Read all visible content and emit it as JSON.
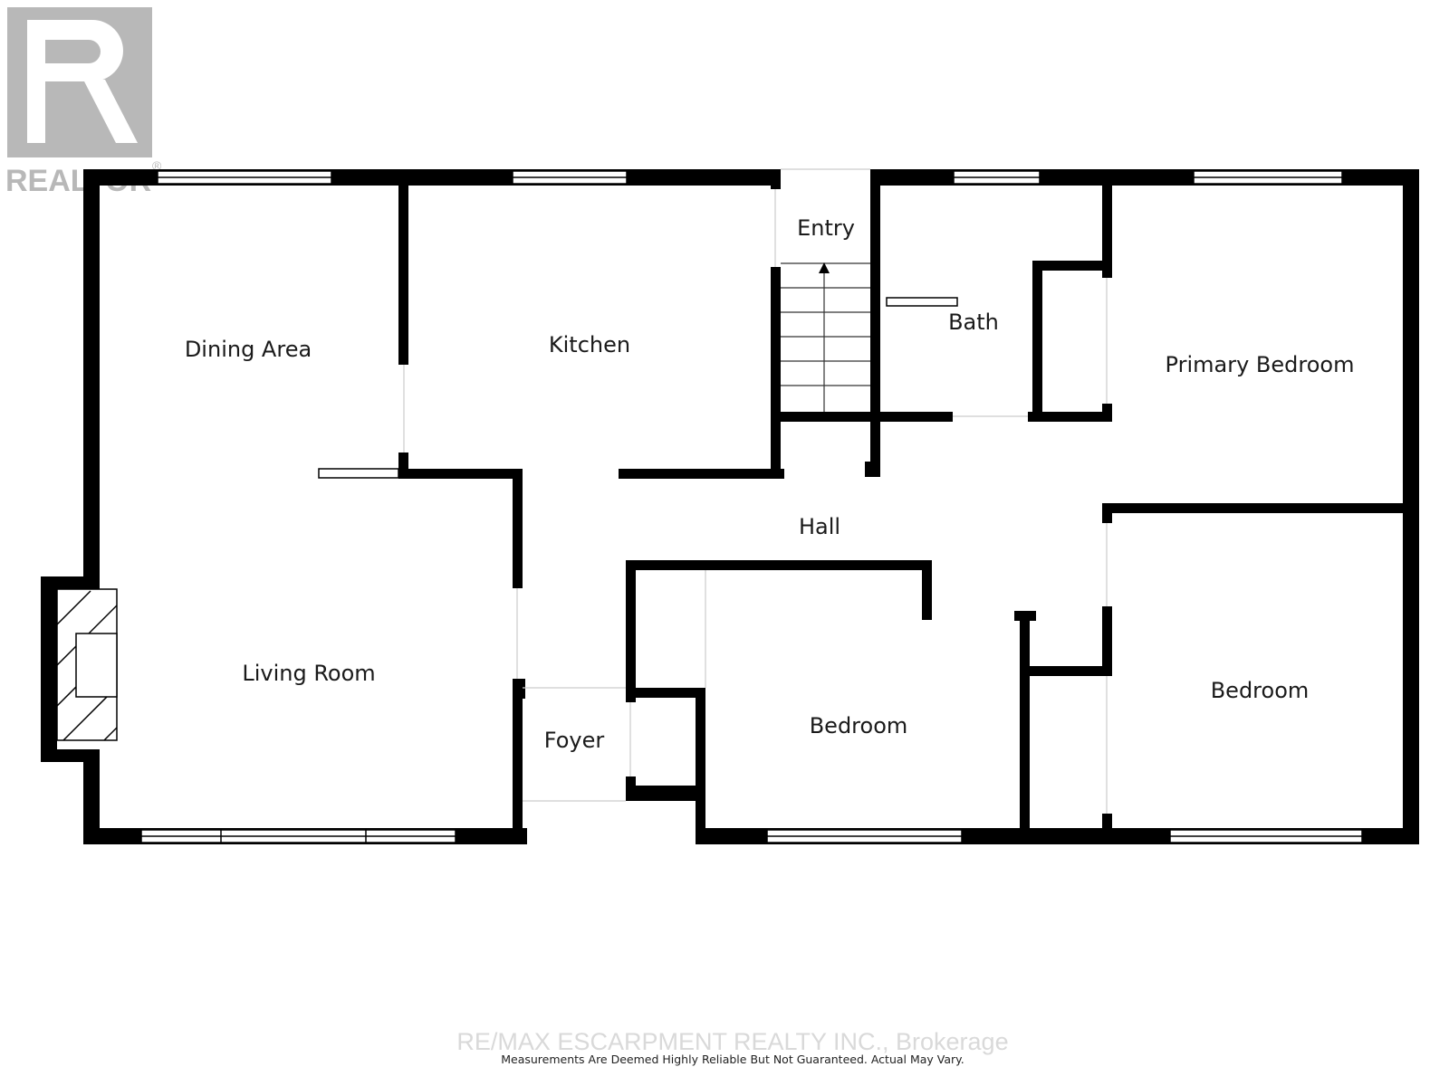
{
  "logo": {
    "text": "REALTOR",
    "mark": "®",
    "color": "#b8b8b8"
  },
  "rooms": {
    "dining_area": "Dining Area",
    "kitchen": "Kitchen",
    "entry": "Entry",
    "bath": "Bath",
    "primary_bedroom": "Primary Bedroom",
    "hall": "Hall",
    "living_room": "Living Room",
    "foyer": "Foyer",
    "bedroom_center": "Bedroom",
    "bedroom_right": "Bedroom"
  },
  "footer": {
    "watermark": "RE/MAX ESCARPMENT REALTY INC., Brokerage",
    "disclaimer": "Measurements Are Deemed Highly Reliable But Not Guaranteed. Actual May Vary."
  },
  "colors": {
    "wall": "#000000",
    "window": "#ffffff",
    "background": "#ffffff"
  }
}
